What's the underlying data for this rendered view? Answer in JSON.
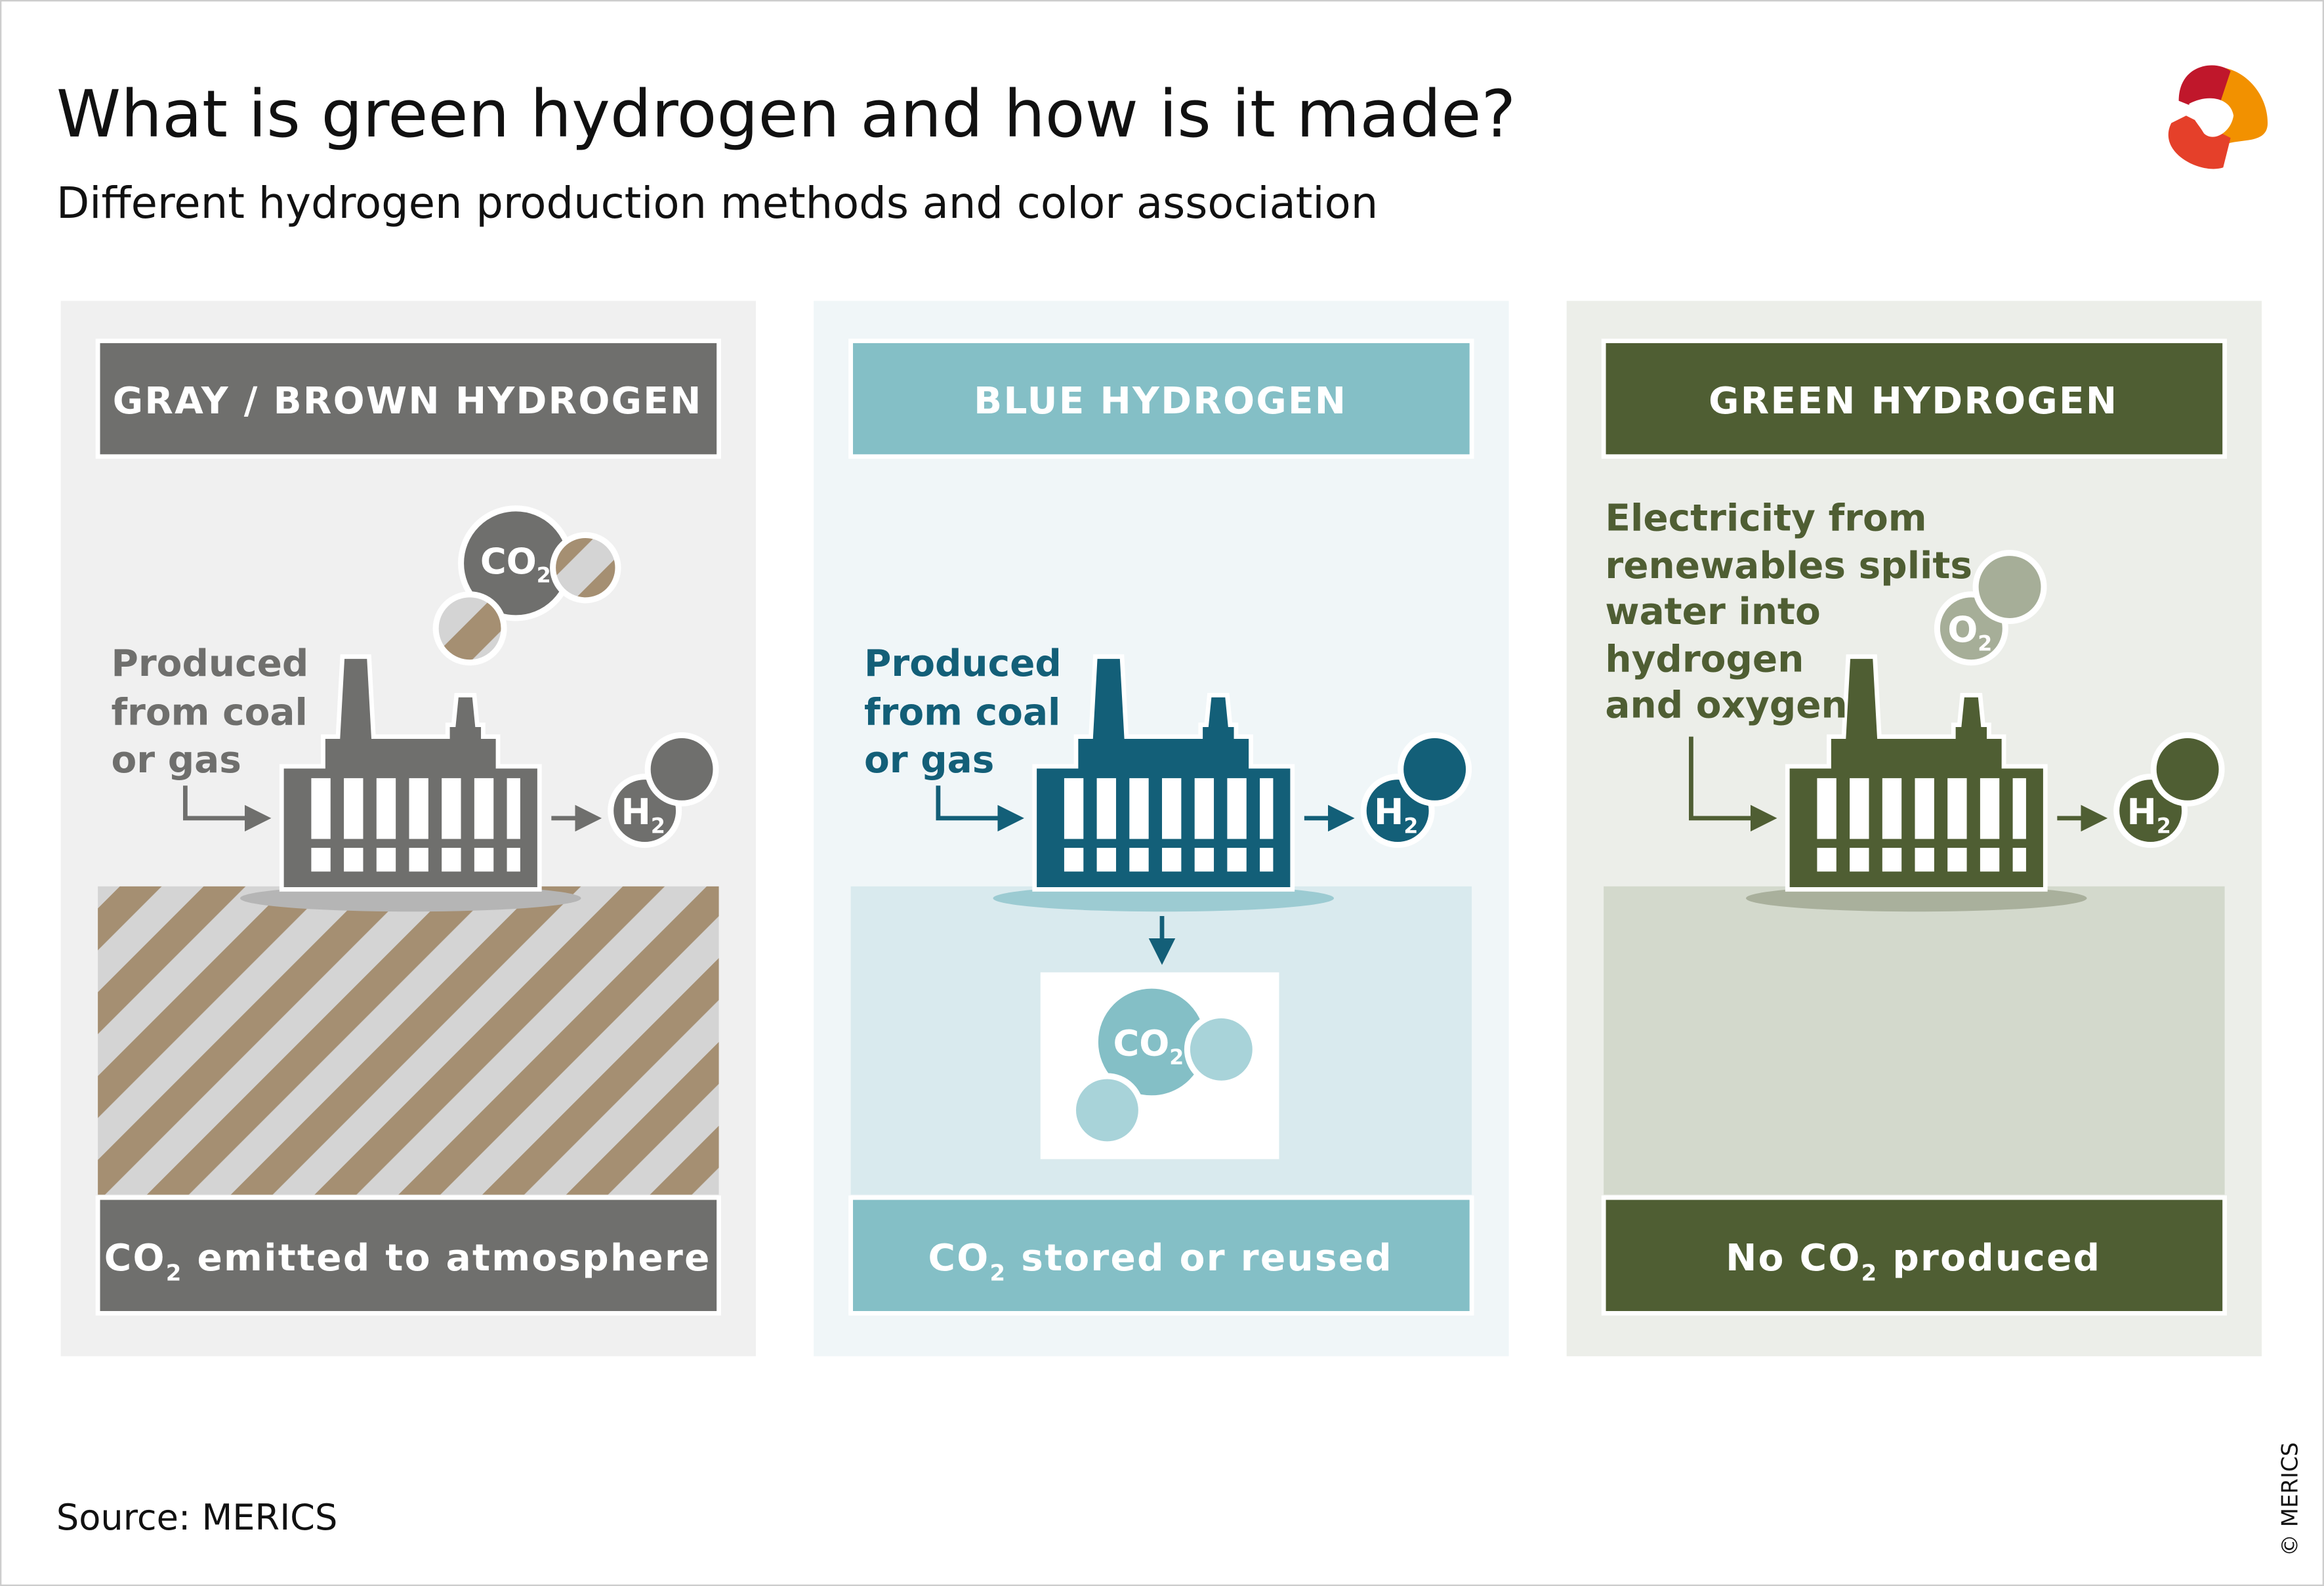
{
  "title": "What is green hydrogen and how is it made?",
  "subtitle": "Different hydrogen production methods and color association",
  "source": "Source: MERICS",
  "copyright": "© MERICS",
  "logo": "merics-logo",
  "colors": {
    "gray": "#6f6f6d",
    "brown": "#a58f72",
    "blue_dark": "#135f78",
    "blue_light": "#84bfc6",
    "green": "#4f5e33",
    "o2": "#a6ae98"
  },
  "molecules": {
    "co2_main": "CO",
    "h2_main": "H",
    "o2_main": "O",
    "sub": "2"
  },
  "panels": [
    {
      "header": "GRAY / BROWN HYDROGEN",
      "label": [
        "Produced",
        "from coal",
        "or gas"
      ],
      "footer_pre": "CO",
      "footer_sub": "2",
      "footer_post": " emitted to atmosphere"
    },
    {
      "header": "BLUE HYDROGEN",
      "label": [
        "Produced",
        "from coal",
        "or gas"
      ],
      "footer_pre": "CO",
      "footer_sub": "2",
      "footer_post": " stored or reused"
    },
    {
      "header": "GREEN HYDROGEN",
      "label": [
        "Electricity from",
        "renewables splits",
        "water into",
        "hydrogen",
        "and oxygen"
      ],
      "footer_pre": "No CO",
      "footer_sub": "2",
      "footer_post": " produced"
    }
  ]
}
